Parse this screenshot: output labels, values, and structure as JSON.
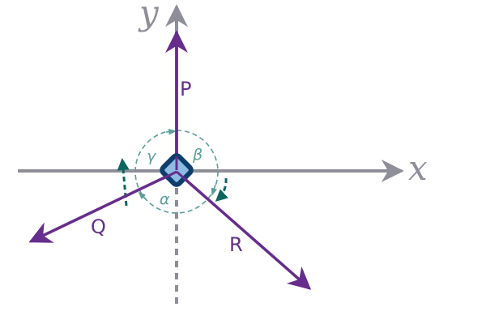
{
  "axes": {
    "x_label": "x",
    "y_label": "y"
  },
  "forces": {
    "p": "P",
    "q": "Q",
    "r": "R"
  },
  "angles": {
    "alpha": "α",
    "beta": "β",
    "gamma": "γ"
  },
  "colors": {
    "axis": "#8e8e99",
    "force": "#662d8c",
    "angle": "#5b9e9b",
    "angle_arrow": "#0b6660",
    "node": "#0d3d6b",
    "node_fill": "#8dbbe3"
  }
}
